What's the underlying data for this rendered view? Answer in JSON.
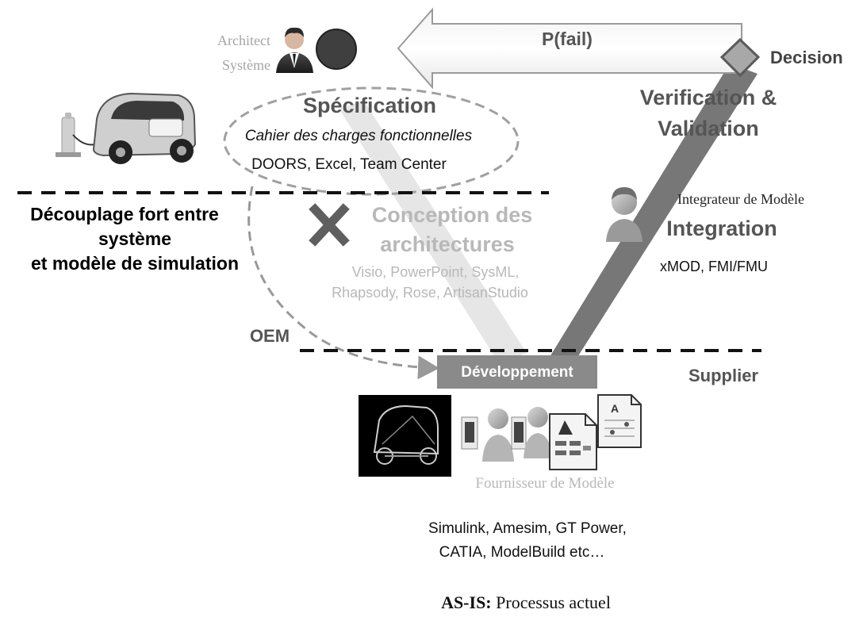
{
  "header": {
    "architect_line1": "Architect",
    "architect_line2": "Système",
    "pfail": "P(fail)",
    "decision": "Decision"
  },
  "specification": {
    "title": "Spécification",
    "subtitle": "Cahier des charges fonctionnelles",
    "tools": "DOORS, Excel, Team Center"
  },
  "verification": {
    "line1": "Verification &",
    "line2": "Validation"
  },
  "integration": {
    "role": "Integrateur de Modèle",
    "title": "Integration",
    "tools": "xMOD, FMI/FMU"
  },
  "decoupling": {
    "line1": "Découplage fort entre",
    "line2": "système",
    "line3": "et modèle de simulation"
  },
  "conception": {
    "line1": "Conception des",
    "line2": "architectures",
    "tools1": "Visio, PowerPoint, SysML,",
    "tools2": "Rhapsody, Rose, ArtisanStudio"
  },
  "labels": {
    "oem": "OEM",
    "supplier": "Supplier",
    "development": "Développement"
  },
  "supplier_side": {
    "role": "Fournisseur de Modèle",
    "tools1": "Simulink, Amesim, GT Power,",
    "tools2": "CATIA, ModelBuild etc…"
  },
  "caption": {
    "bold": "AS-IS:",
    "rest": " Processus actuel"
  },
  "colors": {
    "dark_arm": "#777777",
    "light_arm": "#e6e6e6",
    "dev_box": "#8a8a8a",
    "cross": "#5f5f5f",
    "faded_text": "#b8b8b8"
  }
}
